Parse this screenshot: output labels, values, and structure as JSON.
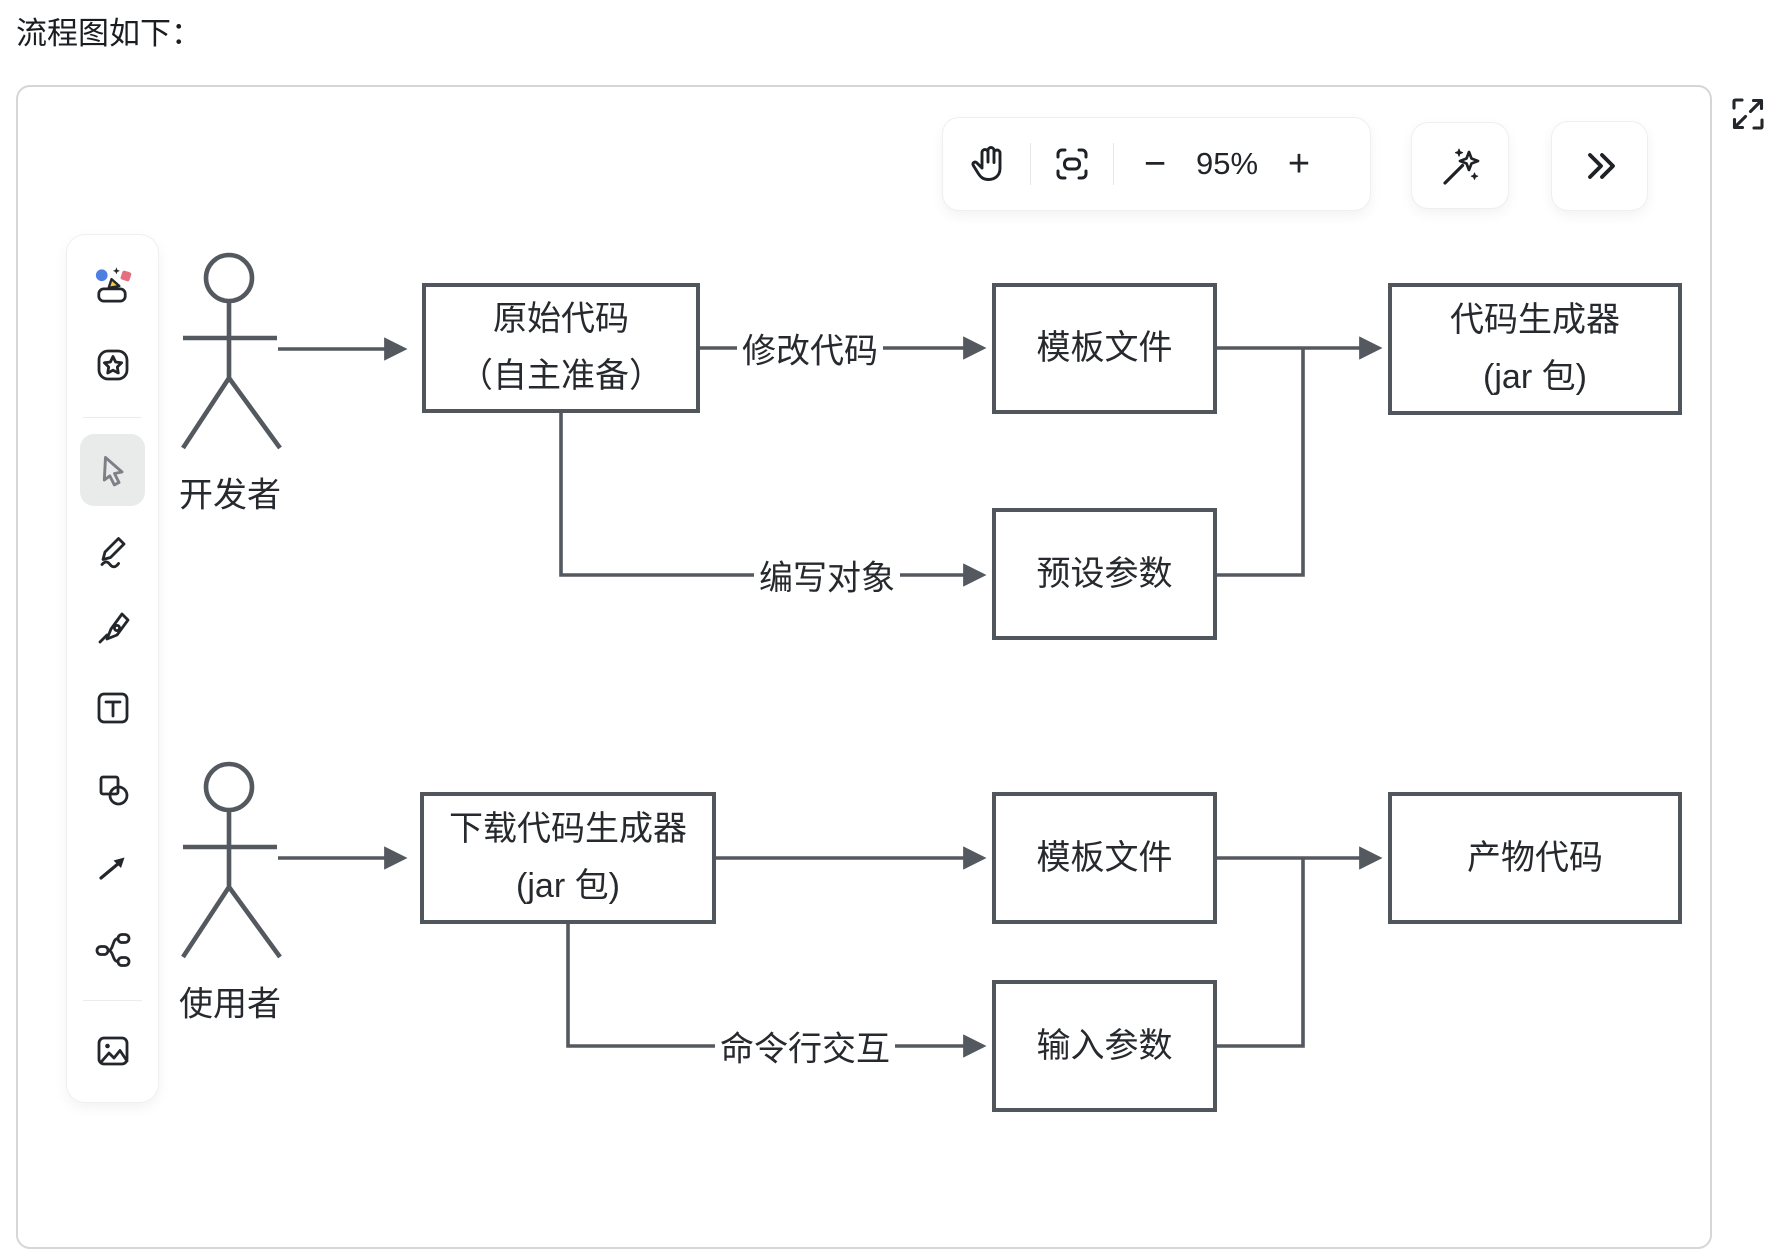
{
  "page": {
    "title": "流程图如下："
  },
  "top_toolbar": {
    "zoom_percent": "95%",
    "minus_label": "−",
    "plus_label": "+",
    "icons": [
      "hand-icon",
      "frame-select-icon",
      "magic-wand-icon",
      "double-chevron-right-icon",
      "expand-icon"
    ]
  },
  "left_toolbar": {
    "active_tool": "select",
    "tools": [
      "shape-library",
      "frame-star",
      "select",
      "pencil",
      "pen",
      "text",
      "shapes",
      "arrow",
      "connector",
      "image"
    ]
  },
  "flowchart": {
    "colors": {
      "stroke": "#54585f",
      "text": "#26292d"
    },
    "actors": [
      {
        "label": "开发者"
      },
      {
        "label": "使用者"
      }
    ],
    "nodes": [
      {
        "line1": "原始代码",
        "line2": "（自主准备）"
      },
      {
        "line1": "模板文件",
        "line2": ""
      },
      {
        "line1": "代码生成器",
        "line2": "(jar 包)"
      },
      {
        "line1": "预设参数",
        "line2": ""
      },
      {
        "line1": "下载代码生成器",
        "line2": "(jar 包)"
      },
      {
        "line1": "模板文件",
        "line2": ""
      },
      {
        "line1": "产物代码",
        "line2": ""
      },
      {
        "line1": "输入参数",
        "line2": ""
      }
    ],
    "edge_labels": [
      {
        "text": "修改代码"
      },
      {
        "text": "编写对象"
      },
      {
        "text": "命令行交互"
      }
    ]
  }
}
